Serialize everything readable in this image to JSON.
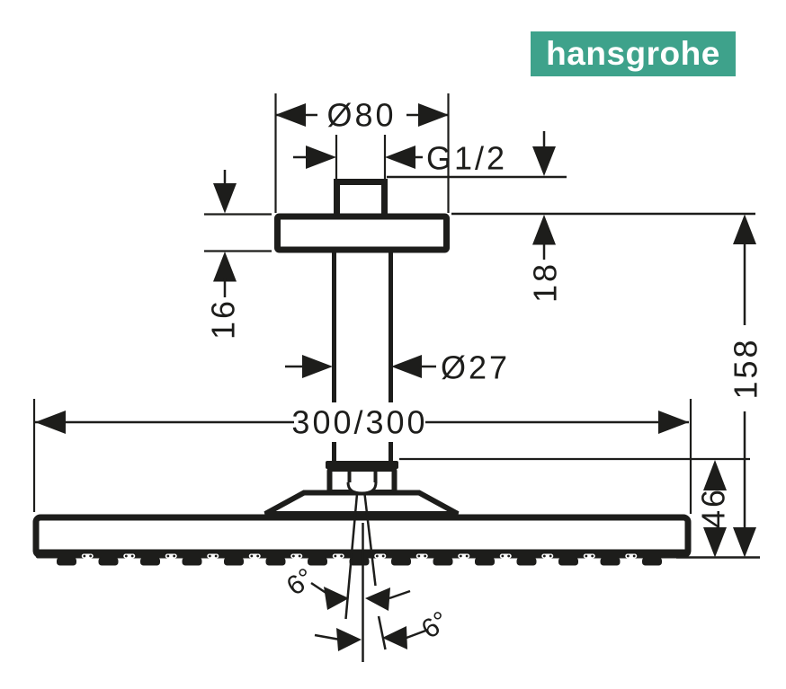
{
  "logo": {
    "text": "hansgrohe",
    "background_color": "#3EA28B",
    "text_color": "#FFFFFF"
  },
  "drawing": {
    "line_color": "#1D1D1B",
    "dimensions": {
      "ceiling_plate_diameter": "Ø80",
      "thread_size": "G1/2",
      "ceiling_plate_height": "16",
      "thread_projection": "18",
      "pipe_diameter": "Ø27",
      "head_dimensions": "300/300",
      "overall_height": "158",
      "head_height": "46",
      "spray_angle_upper": "6°",
      "spray_angle_lower": "6°"
    },
    "nozzle_count": 15
  }
}
